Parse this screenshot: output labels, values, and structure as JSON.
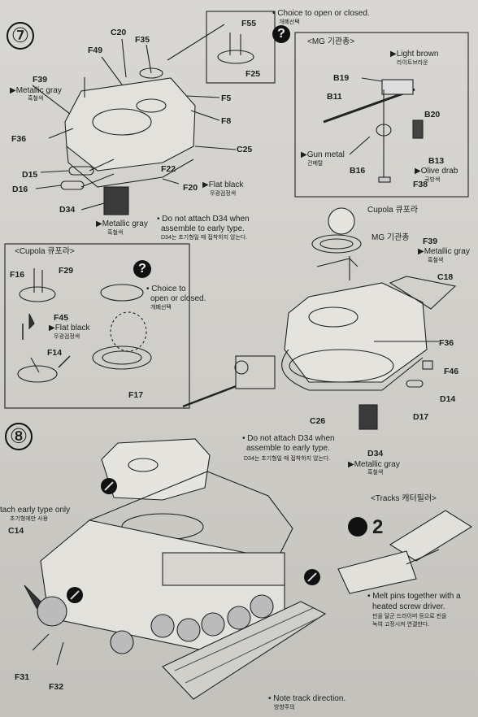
{
  "step7": {
    "number": "⑦",
    "choice_top": "Choice to open or closed.",
    "choice_top_kr": "개폐선택",
    "question": "?",
    "parts": {
      "C20": "C20",
      "F35": "F35",
      "F49": "F49",
      "F55": "F55",
      "F25": "F25",
      "F39": "F39",
      "F5": "F5",
      "F8": "F8",
      "F36": "F36",
      "C25": "C25",
      "D15": "D15",
      "D16": "D16",
      "F22": "F22",
      "F20": "F20",
      "D34": "D34"
    },
    "metallic_gray_1": "▶Metallic gray",
    "metallic_gray_1_kr": "흑철색",
    "metallic_gray_2": "▶Metallic gray",
    "metallic_gray_2_kr": "흑철색",
    "flat_black": "▶Flat black",
    "flat_black_kr": "무광검정색",
    "note_d34": "Do not attach D34 when",
    "note_d34_2": "assemble to early type.",
    "note_d34_kr": "D34는 초기형일 때 접착하지 않는다."
  },
  "mg_box": {
    "title": "<MG 기관총>",
    "B19": "B19",
    "B11": "B11",
    "B20": "B20",
    "B13": "B13",
    "B16": "B16",
    "F38": "F38",
    "light_brown": "▶Light brown",
    "light_brown_kr": "라이트브라운",
    "gun_metal": "▶Gun metal",
    "gun_metal_kr": "건메탈",
    "olive_drab": "▶Olive drab",
    "olive_drab_kr": "국방색"
  },
  "cupola_box": {
    "title": "<Cupola 큐포라>",
    "F16": "F16",
    "F29": "F29",
    "F45": "F45",
    "F14": "F14",
    "F17": "F17",
    "flat_black": "▶Flat black",
    "flat_black_kr": "무광검정색",
    "question": "?",
    "choice": "Choice to",
    "choice_2": "open or closed.",
    "choice_kr": "개폐선택"
  },
  "turret": {
    "cupola": "Cupola 큐포라",
    "mg": "MG 기관총",
    "F39": "F39",
    "metallic_gray": "▶Metallic gray",
    "metallic_gray_kr": "흑철색",
    "C18": "C18",
    "F36": "F36",
    "F46": "F46",
    "D14": "D14",
    "D17": "D17",
    "C26": "C26",
    "D34": "D34",
    "note": "Do not attach D34 when",
    "note_2": "assemble to early type.",
    "note_kr": "D34는 초기형일 때 접착하지 않는다.",
    "metallic_gray_2": "▶Metallic gray",
    "metallic_gray_2_kr": "흑철색"
  },
  "step8": {
    "number": "⑧",
    "early_type": "tach early type only",
    "early_type_kr": "초기형에만 사용",
    "C14": "C14",
    "F31": "F31",
    "F32": "F32",
    "tracks_title": "<Tracks 캐터필러>",
    "tracks_count": "2",
    "melt_note": "Melt pins together with a",
    "melt_note_2": "heated screw driver.",
    "melt_note_kr": "핀을 달군 드라이버 등으로 핀을",
    "melt_note_kr_2": "녹여 고정시켜 연결한다.",
    "track_direction": "Note track direction.",
    "track_direction_kr": "방향주의"
  }
}
